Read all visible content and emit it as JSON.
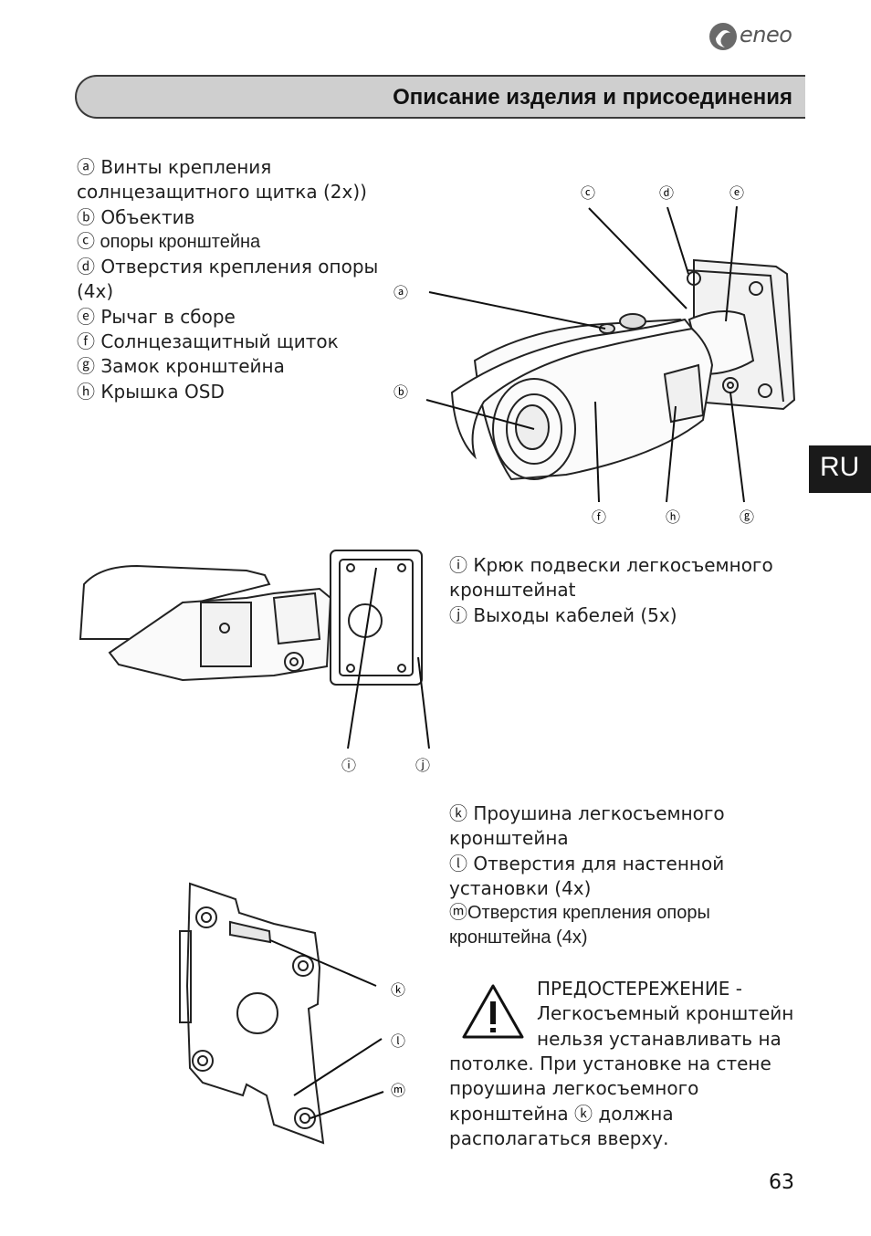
{
  "brand": {
    "logo_text": "eneo"
  },
  "header": {
    "title": "Описание изделия и присоединения"
  },
  "language_tab": "RU",
  "legend_main": [
    "ⓐ Винты крепления",
    "солнцезащитного щитка  (2x))",
    "ⓑ Объектив",
    "ⓒ опоры кронштейна",
    "ⓓ Отверстия крепления опоры",
    "(4x)",
    "ⓔ Рычаг в сборе",
    "ⓕ Солнцезащитный щиток",
    "ⓖ Замок кронштейна",
    "ⓗ Крышка OSD"
  ],
  "legend_box": [
    "ⓘ Крюк подвески легкосъемного",
    "кронштейнat",
    "ⓙ Выходы кабелей (5x)"
  ],
  "legend_plate": [
    "ⓚ Проушина легкосъемного",
    "кронштейна",
    "ⓛ Отверстия для настенной",
    "установки (4x)",
    "ⓜОтверстия крепления опоры",
    "кронштейна (4x)"
  ],
  "warning": {
    "head": [
      "ПРЕДОСТЕРЕЖЕНИЕ -",
      "Легкосъемный кронштейн",
      "нельзя устанавливать на"
    ],
    "body": [
      "потолке. При установке на стене",
      "проушина легкосъемного",
      "кронштейна ⓚ должна",
      "располагаться вверху."
    ]
  },
  "callouts": {
    "a": "ⓐ",
    "b": "ⓑ",
    "c": "ⓒ",
    "d": "ⓓ",
    "e": "ⓔ",
    "f": "ⓕ",
    "g": "ⓖ",
    "h": "ⓗ",
    "i": "ⓘ",
    "j": "ⓙ",
    "k": "ⓚ",
    "l": "ⓛ",
    "m": "ⓜ"
  },
  "page_number": "63"
}
